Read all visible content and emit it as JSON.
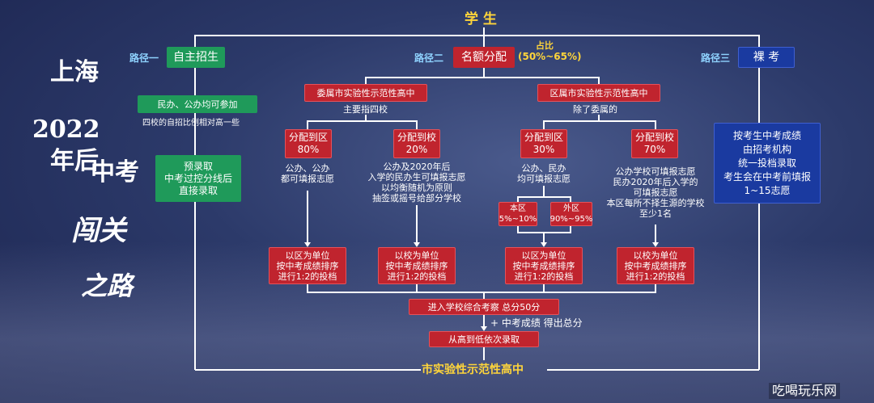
{
  "title": "学 生",
  "bottom_title": "市实验性示范性高中",
  "side": {
    "line1": "上海",
    "line2": "2022",
    "line3": "年后",
    "line4": "中考",
    "line5": "闯关",
    "line6": "之路"
  },
  "path1": {
    "label": "路径一",
    "name": "自主招生",
    "note1": "民办、公办均可参加",
    "note2": "四校的自招比例相对高一些",
    "box": [
      "预录取",
      "中考过控分线后",
      "直接录取"
    ]
  },
  "path2": {
    "label": "路径二",
    "name": "名额分配",
    "ratio_label": "占比",
    "ratio": "(50%~65%)",
    "left_head": "委属市实验性示范性高中",
    "left_sub": "主要指四校",
    "right_head": "区属市实验性示范性高中",
    "right_sub": "除了委属的",
    "a": {
      "title": "分配到区",
      "pct": "80%",
      "desc": [
        "公办、公办",
        "都可填报志愿"
      ]
    },
    "b": {
      "title": "分配到校",
      "pct": "20%",
      "desc": [
        "公办及2020年后",
        "入学的民办生可填报志愿",
        "以均衡随机为原则",
        "抽签或摇号给部分学校"
      ]
    },
    "c": {
      "title": "分配到区",
      "pct": "30%",
      "desc": [
        "公办、民办",
        "均可填报志愿"
      ],
      "in": "本区",
      "in_pct": "5%~10%",
      "out": "外区",
      "out_pct": "90%~95%"
    },
    "d": {
      "title": "分配到校",
      "pct": "70%",
      "desc": [
        "公办学校可填报志愿",
        "民办2020年后入学的",
        "可填报志愿",
        "本区每所不择生源的学校",
        "至少1名"
      ]
    },
    "unit_district": [
      "以区为单位",
      "按中考成绩排序",
      "进行1:2的投档"
    ],
    "unit_school": [
      "以校为单位",
      "按中考成绩排序",
      "进行1:2的投档"
    ],
    "exam": "进入学校综合考察  总分50分",
    "plus": "+ 中考成绩 得出总分",
    "admit": "从高到低依次录取"
  },
  "path3": {
    "label": "路径三",
    "name": "裸 考",
    "box": [
      "按考生中考成绩",
      "由招考机构",
      "统一投档录取",
      "考生会在中考前填报",
      "1~15志愿"
    ]
  },
  "watermark": "吃喝玩乐网"
}
